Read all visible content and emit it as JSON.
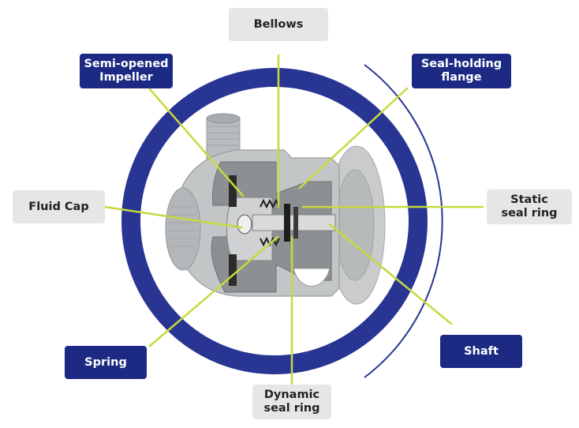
{
  "colors": {
    "ring": "#283593",
    "leader_line": "#c6da3c",
    "dark_label_bg": "#1c2a84",
    "light_label_bg": "#e6e6e6",
    "pump_body": "#bfc2c3",
    "pump_section": "#8a8d8f"
  },
  "labels": {
    "bellows": "Bellows",
    "semi_opened_impeller": "Semi-opened\nImpeller",
    "seal_holding_flange": "Seal-holding\nflange",
    "fluid_cap": "Fluid Cap",
    "static_seal_ring": "Static\nseal ring",
    "spring": "Spring",
    "shaft": "Shaft",
    "dynamic_seal_ring": "Dynamic\nseal ring"
  }
}
